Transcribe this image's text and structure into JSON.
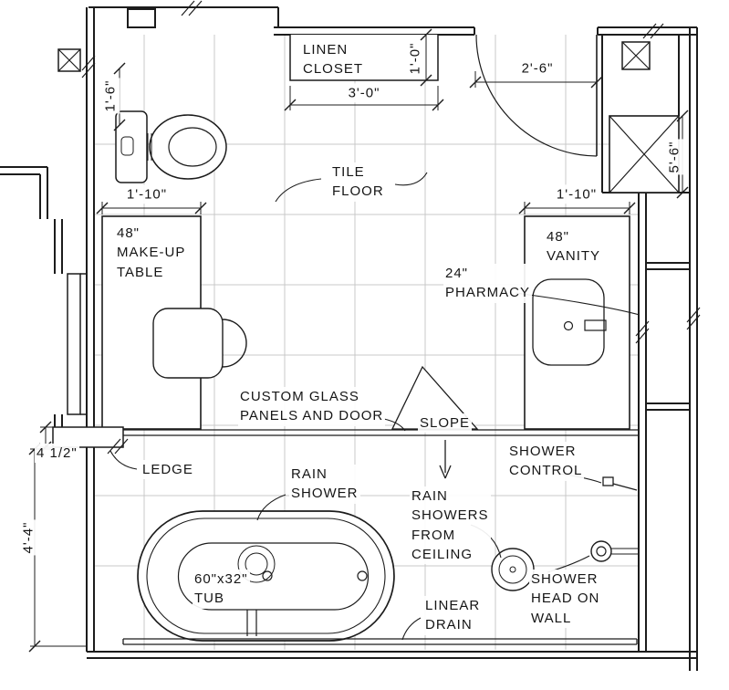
{
  "labels": {
    "linen_closet": "LINEN\nCLOSET",
    "tile_floor": "TILE\nFLOOR",
    "makeup_table": "48\"\nMAKE-UP\nTABLE",
    "vanity": "48\"\nVANITY",
    "pharmacy": "24\"\nPHARMACY",
    "custom_glass": "CUSTOM GLASS\nPANELS AND DOOR",
    "slope": "SLOPE",
    "shower_control": "SHOWER\nCONTROL",
    "ledge": "LEDGE",
    "rain_shower": "RAIN\nSHOWER",
    "rain_showers_from_ceiling": "RAIN\nSHOWERS\nFROM\nCEILING",
    "tub": "60\"x32\"\nTUB",
    "shower_head_on_wall": "SHOWER\nHEAD ON\nWALL",
    "linear_drain": "LINEAR\nDRAIN"
  },
  "dimensions": {
    "closet_width": "3'-0\"",
    "closet_depth": "1'-0\"",
    "door_width": "2'-6\"",
    "shaft_height": "5'-6\"",
    "toilet_offset": "1'-6\"",
    "makeup_depth": "1'-10\"",
    "vanity_depth": "1'-10\"",
    "ledge_thickness": "4 1/2\"",
    "shower_length": "4'-4\""
  },
  "colors": {
    "line": "#1c1c1c",
    "grid": "#c8c8c8",
    "background": "#ffffff"
  }
}
